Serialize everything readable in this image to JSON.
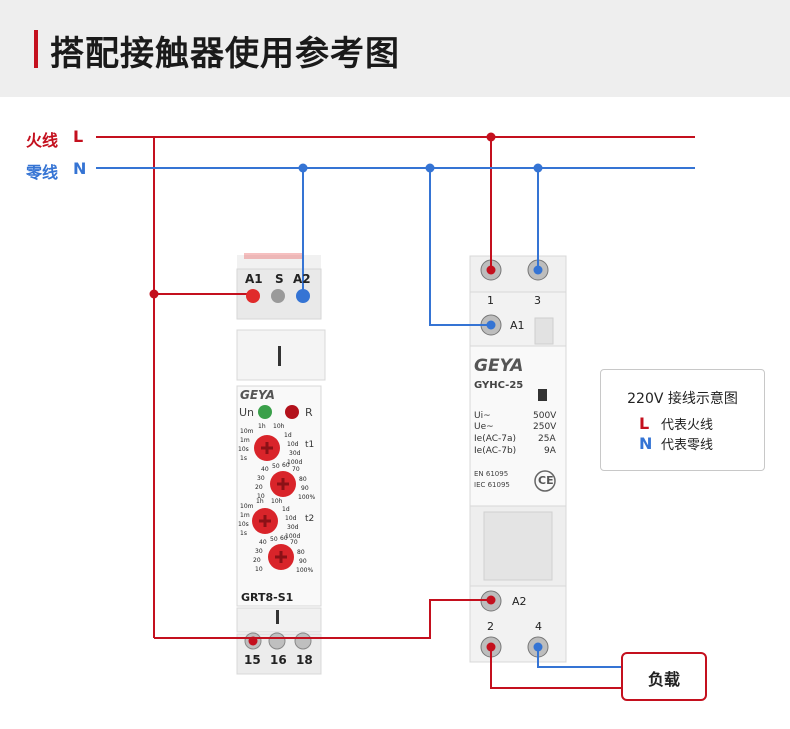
{
  "header": {
    "title": "搭配接触器使用参考图"
  },
  "wires": {
    "live_label": "火线",
    "live_letter": "L",
    "neutral_label": "零线",
    "neutral_letter": "N"
  },
  "relay": {
    "top_terminals": [
      "A1",
      "S",
      "A2"
    ],
    "brand": "GEYA",
    "led_un": "Un",
    "led_r": "R",
    "t1": "t1",
    "t2": "t2",
    "range_left": [
      "10m",
      "1m",
      "10s",
      "1s"
    ],
    "range_right": [
      "1d",
      "10d",
      "30d",
      "100d"
    ],
    "range_top": [
      "1h",
      "10h"
    ],
    "percent_left": [
      "40",
      "30",
      "20",
      "10"
    ],
    "percent_top": [
      "50",
      "60",
      "70"
    ],
    "percent_right": [
      "80",
      "90",
      "100%"
    ],
    "model": "GRT8-S1",
    "bottom_terminals": [
      "15",
      "16",
      "18"
    ]
  },
  "contactor": {
    "top_terminals": [
      "1",
      "3"
    ],
    "a1_label": "A1",
    "a2_label": "A2",
    "brand": "GEYA",
    "model": "GYHC-25",
    "spec_keys": [
      "Ui~",
      "Ue~",
      "Ie(AC-7a)",
      "Ie(AC-7b)"
    ],
    "spec_values": [
      "500V",
      "250V",
      "25A",
      "9A"
    ],
    "standards": [
      "EN 61095",
      "IEC 61095"
    ],
    "ce_mark": "CE",
    "bottom_terminals": [
      "2",
      "4"
    ]
  },
  "legend": {
    "title": "220V 接线示意图",
    "live_symbol": "L",
    "live_text": "代表火线",
    "neutral_symbol": "N",
    "neutral_text": "代表零线"
  },
  "load": {
    "label": "负载"
  },
  "colors": {
    "live": "#c4101e",
    "neutral": "#3574d4",
    "accent_bar": "#c4101e",
    "dial": "#d9242a"
  }
}
